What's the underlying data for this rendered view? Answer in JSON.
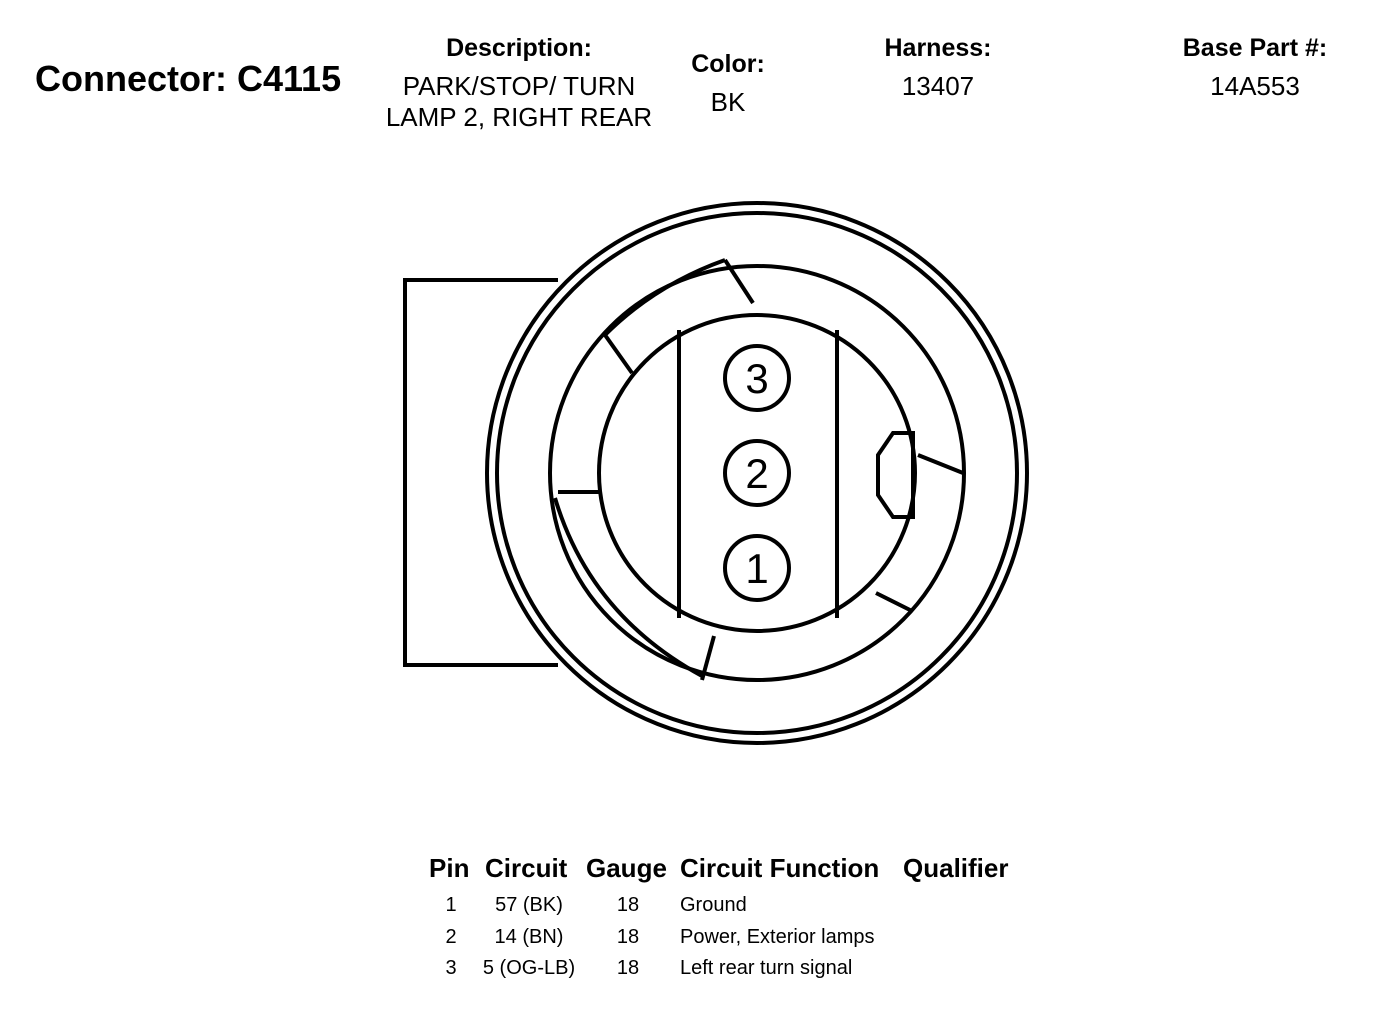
{
  "connector": {
    "label": "Connector: C4115"
  },
  "description": {
    "header": "Description:",
    "line1": "PARK/STOP/ TURN",
    "line2": "LAMP 2, RIGHT REAR"
  },
  "color": {
    "header": "Color:",
    "value": "BK"
  },
  "harness": {
    "header": "Harness:",
    "value": "13407"
  },
  "base_part": {
    "header": "Base Part #:",
    "value": "14A553"
  },
  "pins": [
    "3",
    "2",
    "1"
  ],
  "table": {
    "headers": {
      "pin": "Pin",
      "circuit": "Circuit",
      "gauge": "Gauge",
      "function": "Circuit Function",
      "qualifier": "Qualifier"
    },
    "rows": [
      {
        "pin": "1",
        "circuit": "57 (BK)",
        "gauge": "18",
        "function": "Ground"
      },
      {
        "pin": "2",
        "circuit": "14 (BN)",
        "gauge": "18",
        "function": "Power, Exterior lamps"
      },
      {
        "pin": "3",
        "circuit": "5 (OG-LB)",
        "gauge": "18",
        "function": "Left rear turn signal"
      }
    ]
  }
}
